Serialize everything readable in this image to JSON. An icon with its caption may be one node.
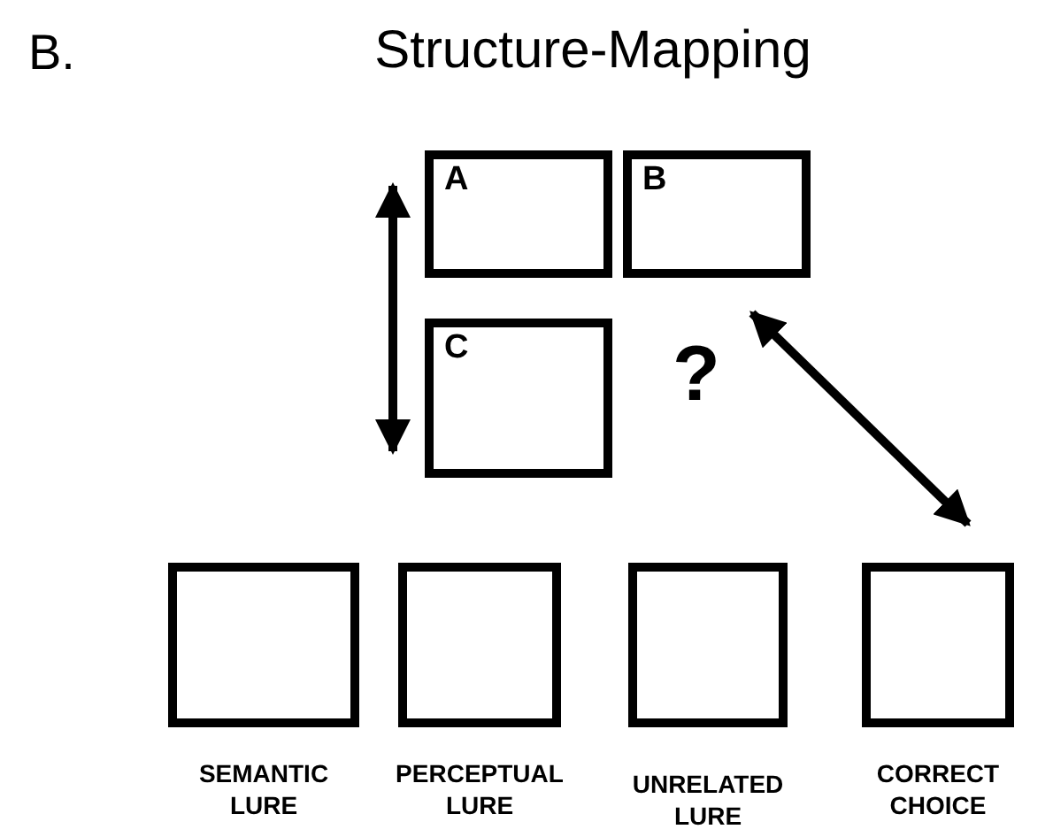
{
  "diagram": {
    "title": "Structure-Mapping",
    "nodes": [
      {
        "text": [
          "A"
        ]
      },
      {
        "text": [
          "B"
        ]
      },
      {
        "text": [
          "C"
        ]
      },
      {
        "text": [],
        "shape": "box",
        "beside": [
          "SEMANTIC LURE"
        ]
      },
      {
        "text": [],
        "shape": "box",
        "beside": [
          "PERCEPTUAL LURE"
        ]
      },
      {
        "text": [],
        "shape": "box",
        "beside": [
          "UNRELATED LURE"
        ]
      },
      {
        "text": [],
        "shape": "box",
        "beside": [
          "CORRECT CHOICE"
        ]
      }
    ],
    "edges": [
      {
        "from": 0,
        "to": 2,
        "arrow": "both"
      },
      {
        "from": 1,
        "to": 6,
        "arrow": "both"
      }
    ],
    "labels": [
      "B.",
      "?"
    ]
  }
}
